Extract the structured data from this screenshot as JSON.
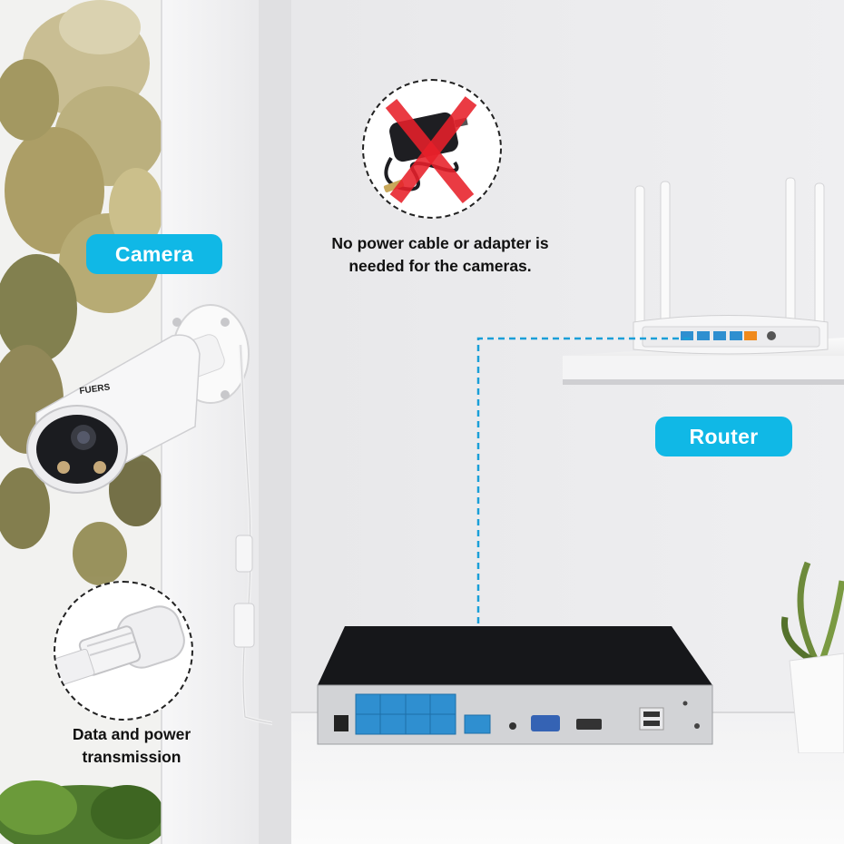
{
  "labels": {
    "camera": "Camera",
    "router": "Router"
  },
  "no_adapter_note": {
    "line1": "No power cable or adapter is",
    "line2": "needed for the cameras."
  },
  "data_power_note": {
    "line1": "Data and power",
    "line2": "transmission"
  },
  "camera_brand": "FUERS",
  "colors": {
    "label_pill": "#10b8e6",
    "dashed_link": "#1a9fd8",
    "cross_mark": "#e8202a",
    "nvr_port": "#2f8fd0"
  },
  "icons": [
    "power-adapter-icon",
    "cross-icon",
    "rj45-connector-icon",
    "plant-icon"
  ]
}
